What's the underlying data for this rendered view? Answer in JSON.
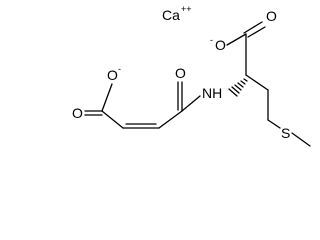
{
  "molecule": {
    "counter_ion": {
      "element": "Ca",
      "charge": "++"
    },
    "atoms": {
      "o_alpha_carbonyl": "O",
      "o_alpha_anion": "O",
      "o_alpha_anion_charge": "-",
      "o_acid_anion": "O",
      "o_acid_anion_charge": "-",
      "o_acid_carbonyl": "O",
      "o_amide": "O",
      "n_amide": "NH",
      "s_thioether": "S"
    }
  }
}
